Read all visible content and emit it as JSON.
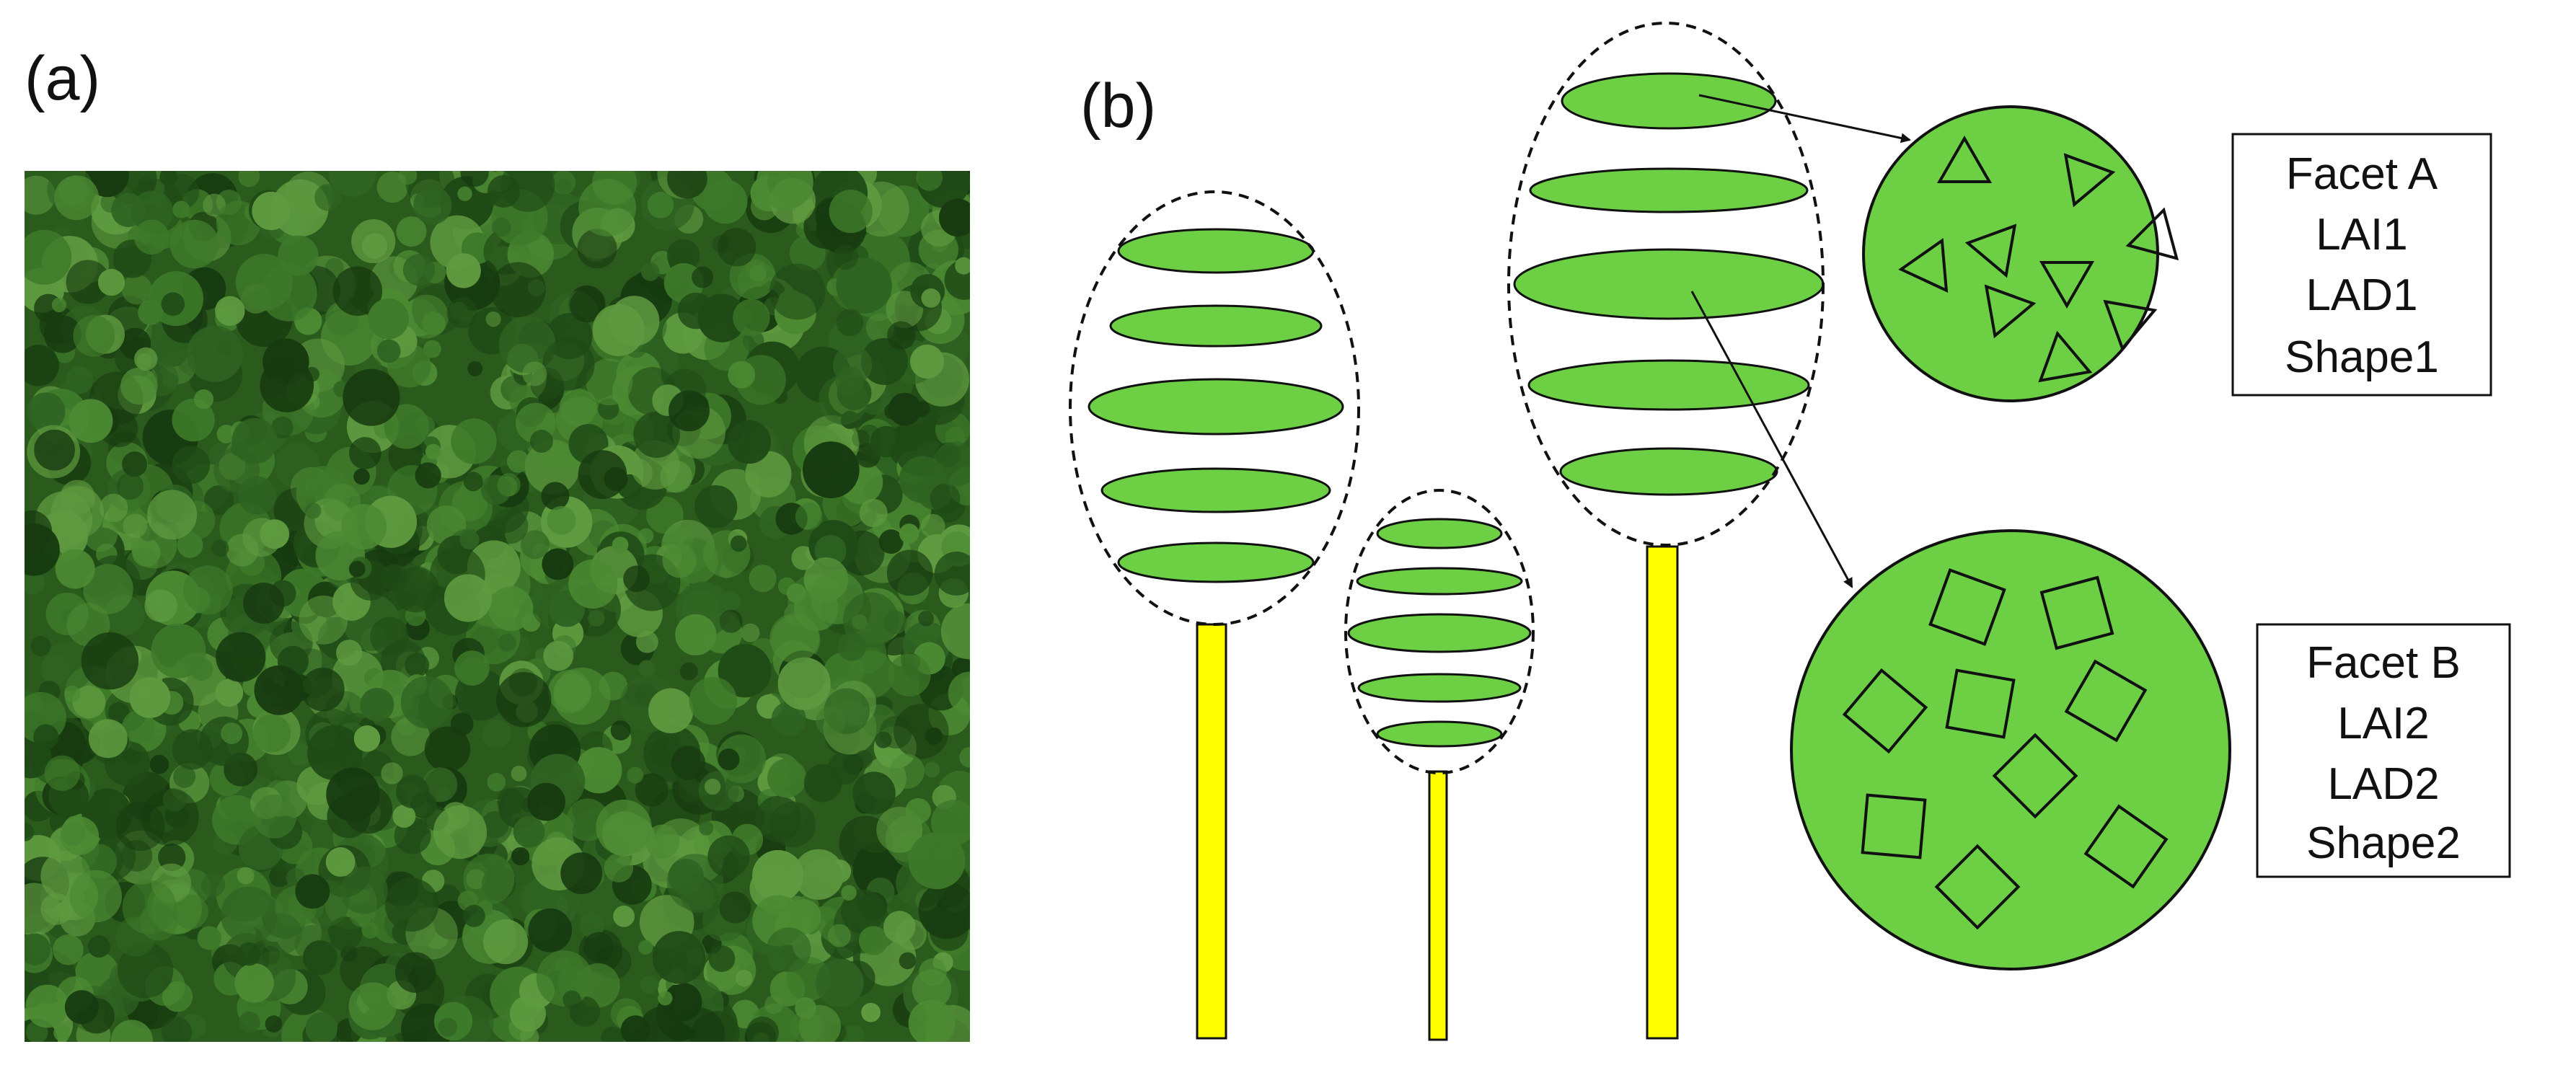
{
  "panel_a": {
    "label": "(a)",
    "photo": "aerial-forest-canopy-photo"
  },
  "panel_b": {
    "label": "(b)",
    "facet_a": {
      "lines": [
        "Facet A",
        "LAI1",
        "LAD1",
        "Shape1"
      ],
      "leaf_shape": "triangle"
    },
    "facet_b": {
      "lines": [
        "Facet B",
        "LAI2",
        "LAD2",
        "Shape2"
      ],
      "leaf_shape": "square"
    }
  },
  "colors": {
    "leaf_green": "#6ccf44",
    "trunk_yellow": "#ffff00",
    "canopy_dark": "#1f4a16",
    "canopy_mid": "#3e7a2a",
    "canopy_light": "#5f9a40",
    "outline": "#111111"
  }
}
